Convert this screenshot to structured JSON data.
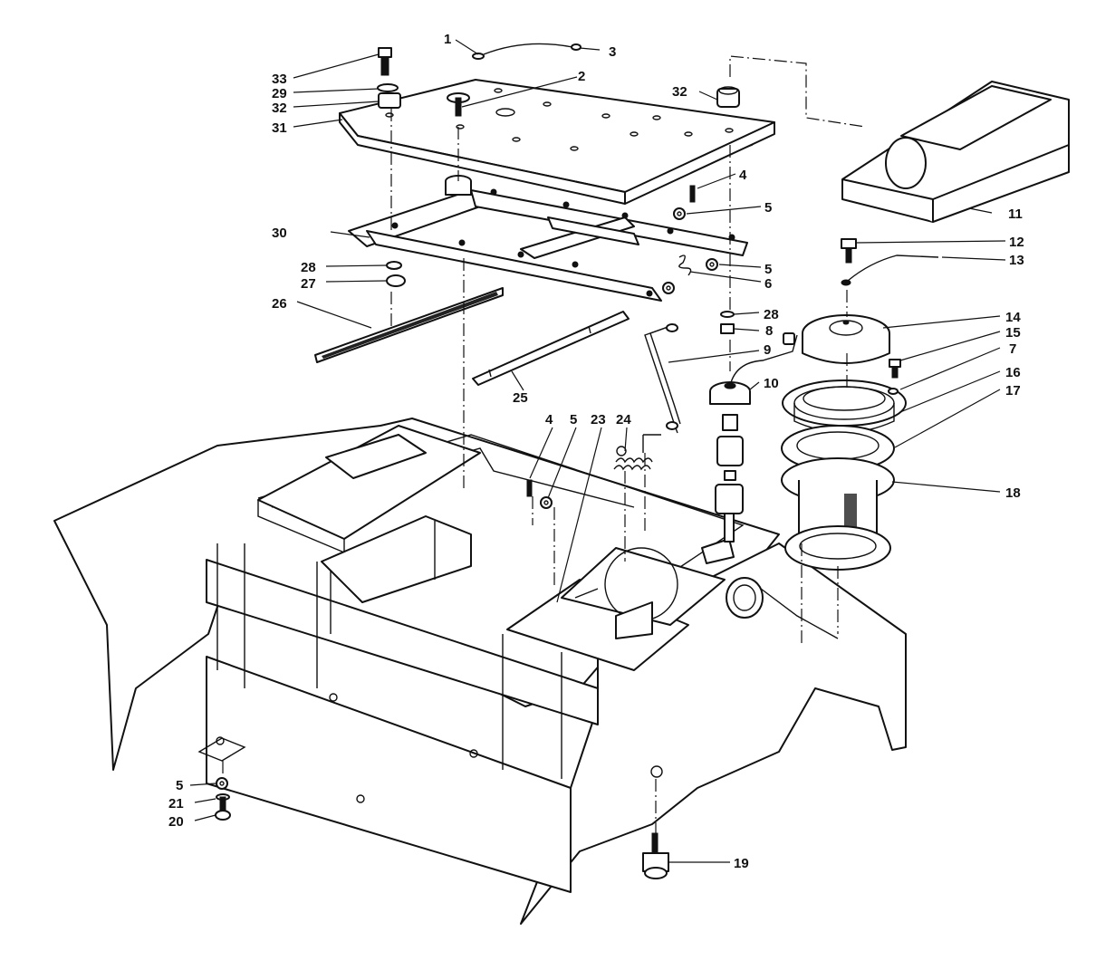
{
  "callouts": [
    {
      "id": "c1",
      "text": "1"
    },
    {
      "id": "c2",
      "text": "2"
    },
    {
      "id": "c3",
      "text": "3"
    },
    {
      "id": "c4a",
      "text": "4"
    },
    {
      "id": "c4b",
      "text": "4"
    },
    {
      "id": "c5a",
      "text": "5"
    },
    {
      "id": "c5b",
      "text": "5"
    },
    {
      "id": "c5c",
      "text": "5"
    },
    {
      "id": "c5d",
      "text": "5"
    },
    {
      "id": "c6",
      "text": "6"
    },
    {
      "id": "c7",
      "text": "7"
    },
    {
      "id": "c8",
      "text": "8"
    },
    {
      "id": "c9",
      "text": "9"
    },
    {
      "id": "c10",
      "text": "10"
    },
    {
      "id": "c11",
      "text": "11"
    },
    {
      "id": "c12",
      "text": "12"
    },
    {
      "id": "c13",
      "text": "13"
    },
    {
      "id": "c14",
      "text": "14"
    },
    {
      "id": "c15",
      "text": "15"
    },
    {
      "id": "c16",
      "text": "16"
    },
    {
      "id": "c17",
      "text": "17"
    },
    {
      "id": "c18",
      "text": "18"
    },
    {
      "id": "c19",
      "text": "19"
    },
    {
      "id": "c20",
      "text": "20"
    },
    {
      "id": "c21",
      "text": "21"
    },
    {
      "id": "c23",
      "text": "23"
    },
    {
      "id": "c24",
      "text": "24"
    },
    {
      "id": "c25",
      "text": "25"
    },
    {
      "id": "c26",
      "text": "26"
    },
    {
      "id": "c27",
      "text": "27"
    },
    {
      "id": "c28a",
      "text": "28"
    },
    {
      "id": "c28b",
      "text": "28"
    },
    {
      "id": "c29",
      "text": "29"
    },
    {
      "id": "c30",
      "text": "30"
    },
    {
      "id": "c31",
      "text": "31"
    },
    {
      "id": "c32a",
      "text": "32"
    },
    {
      "id": "c32b",
      "text": "32"
    },
    {
      "id": "c33",
      "text": "33"
    }
  ]
}
